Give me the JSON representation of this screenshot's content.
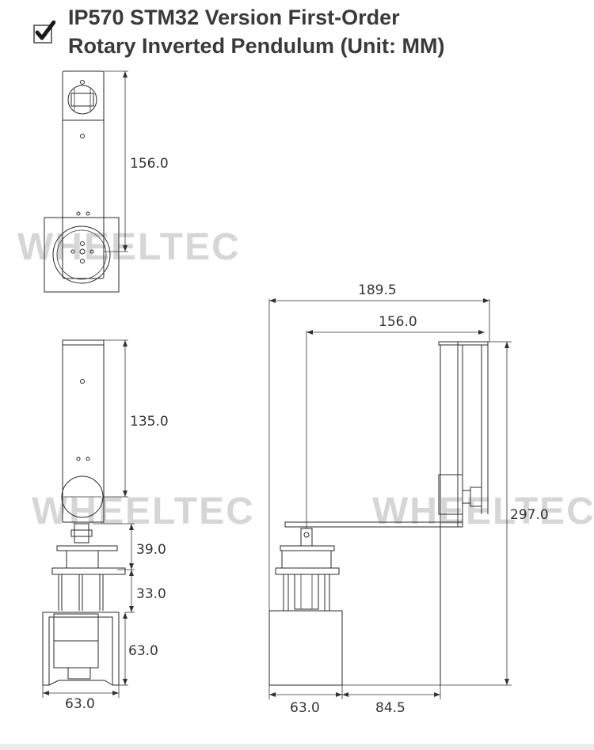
{
  "header": {
    "title_line1": "IP570 STM32 Version First-Order",
    "title_line2": "Rotary Inverted Pendulum (Unit: MM)",
    "check_icon": "checked-box-icon"
  },
  "watermark": "WHEELTEC",
  "dimensions": {
    "top_view_height": "156.0",
    "front_pendulum_height": "135.0",
    "front_coupling_height": "39.0",
    "front_frame_height": "33.0",
    "front_base_height": "63.0",
    "front_base_width": "63.0",
    "side_total_width": "189.5",
    "side_arm_length": "156.0",
    "side_total_height": "297.0",
    "side_base_width": "63.0",
    "side_offset": "84.5"
  }
}
